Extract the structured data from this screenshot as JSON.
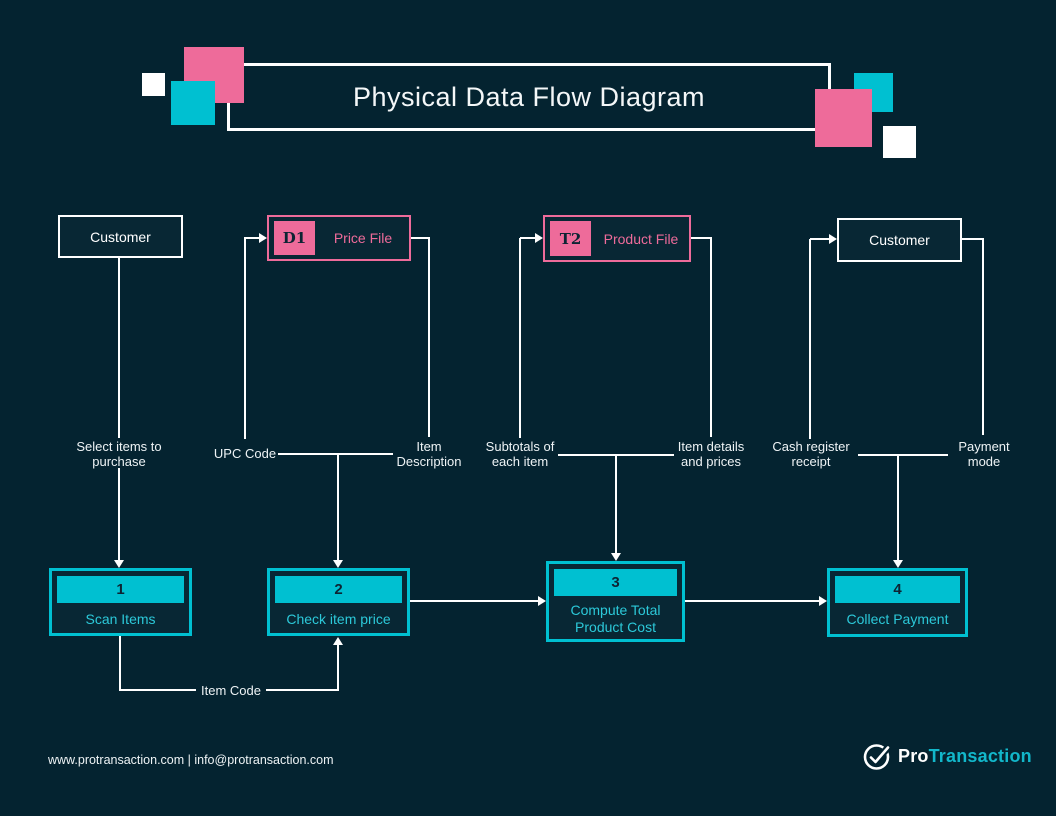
{
  "title": "Physical Data Flow Diagram",
  "palette": {
    "background": "#042330",
    "cyan": "#00c0d1",
    "pink": "#ee6b9a",
    "white": "#ffffff",
    "dark_text": "#0d2433",
    "logo_accent": "#12b7ca"
  },
  "entities": {
    "customer_left": {
      "label": "Customer"
    },
    "price_file": {
      "badge": "D1",
      "label": "Price File"
    },
    "product_file": {
      "badge": "T2",
      "label": "Product File"
    },
    "customer_right": {
      "label": "Customer"
    }
  },
  "flow_labels": {
    "select_items": "Select items to purchase",
    "upc_code": "UPC Code",
    "item_description": "Item Description",
    "subtotals": "Subtotals of each item",
    "item_details": "Item details and prices",
    "cash_register": "Cash register receipt",
    "payment_mode": "Payment mode",
    "item_code": "Item Code"
  },
  "processes": [
    {
      "number": "1",
      "label": "Scan Items"
    },
    {
      "number": "2",
      "label": "Check item price"
    },
    {
      "number": "3",
      "label": "Compute Total Product Cost"
    },
    {
      "number": "4",
      "label": "Collect Payment"
    }
  ],
  "footer": {
    "contact": "www.protransaction.com | info@protransaction.com",
    "logo_pro": "Pro",
    "logo_accent": "Transaction"
  }
}
